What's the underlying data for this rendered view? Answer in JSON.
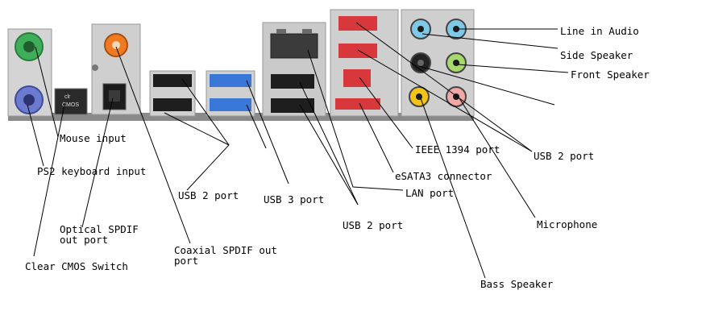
{
  "labels": {
    "line_in_audio": "Line in Audio",
    "side_speaker": "Side Speaker",
    "front_speaker": "Front Speaker",
    "mouse_input": "Mouse input",
    "ps2_keyboard_input": "PS2 keyboard input",
    "usb2_port_left": "USB 2 port",
    "usb3_port": "USB 3 port",
    "ieee1394_port": "IEEE 1394 port",
    "usb2_port_right": "USB 2 port",
    "esata3_connector": "eSATA3 connector",
    "lan_port": "LAN port",
    "usb2_port_center": "USB 2 port",
    "optical_spdif_line1": "Optical SPDIF",
    "optical_spdif_line2": "out port",
    "coaxial_spdif_line1": "Coaxial SPDIF out",
    "coaxial_spdif_line2": "port",
    "clear_cmos_switch": "Clear CMOS Switch",
    "microphone": "Microphone",
    "bass_speaker": "Bass Speaker"
  },
  "panel_text": {
    "clr_line1": "clr",
    "clr_line2": "CMOS"
  },
  "colors": {
    "ps2_mouse": "#3fae5a",
    "ps2_keyboard": "#6b7bd0",
    "coaxial_spdif": "#f07a22",
    "usb3": "#3a78d8",
    "red_ports": "#d8383c",
    "audio_line_in": "#7ec8e8",
    "audio_front": "#a6d86b",
    "audio_side": "#222222",
    "audio_bass": "#f2c417",
    "audio_mic": "#f0a8a8",
    "panel_metal": "#c9c9c9"
  }
}
